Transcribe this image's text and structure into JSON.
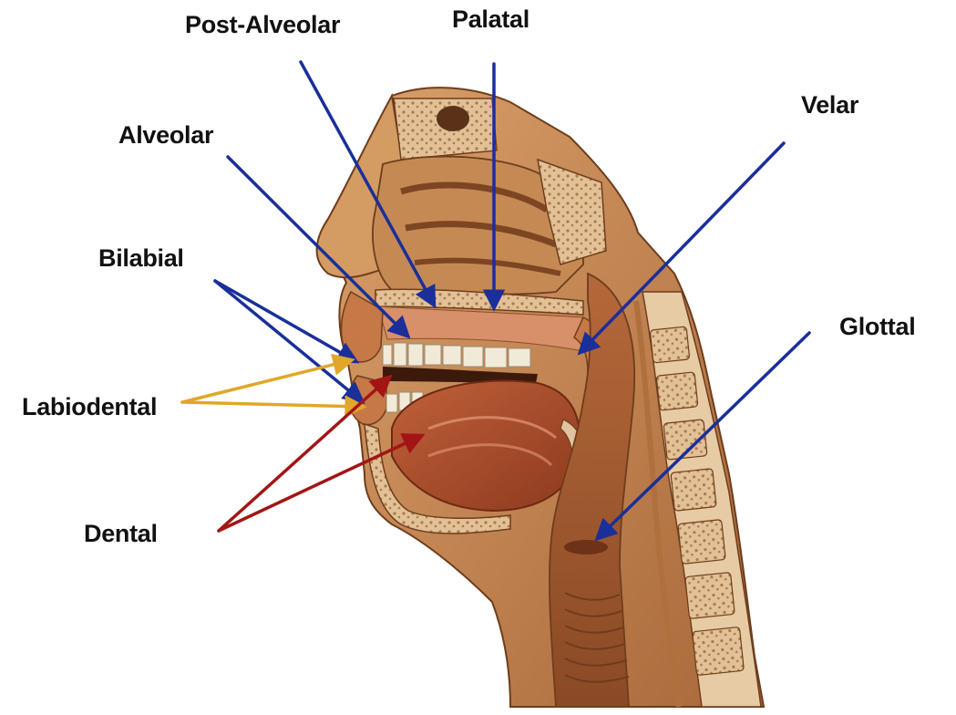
{
  "labels": {
    "post_alveolar": "Post-Alveolar",
    "palatal": "Palatal",
    "velar": "Velar",
    "alveolar": "Alveolar",
    "bilabial": "Bilabial",
    "glottal": "Glottal",
    "labiodental": "Labiodental",
    "dental": "Dental"
  },
  "colors": {
    "arrow_blue": "#1a2f9a",
    "arrow_gold": "#e0a72a",
    "arrow_red": "#a31515",
    "tissue": "#c98a55",
    "tissue_dark": "#8a4e2a",
    "bone": "#e8c9a0",
    "muscle": "#b5552f"
  }
}
